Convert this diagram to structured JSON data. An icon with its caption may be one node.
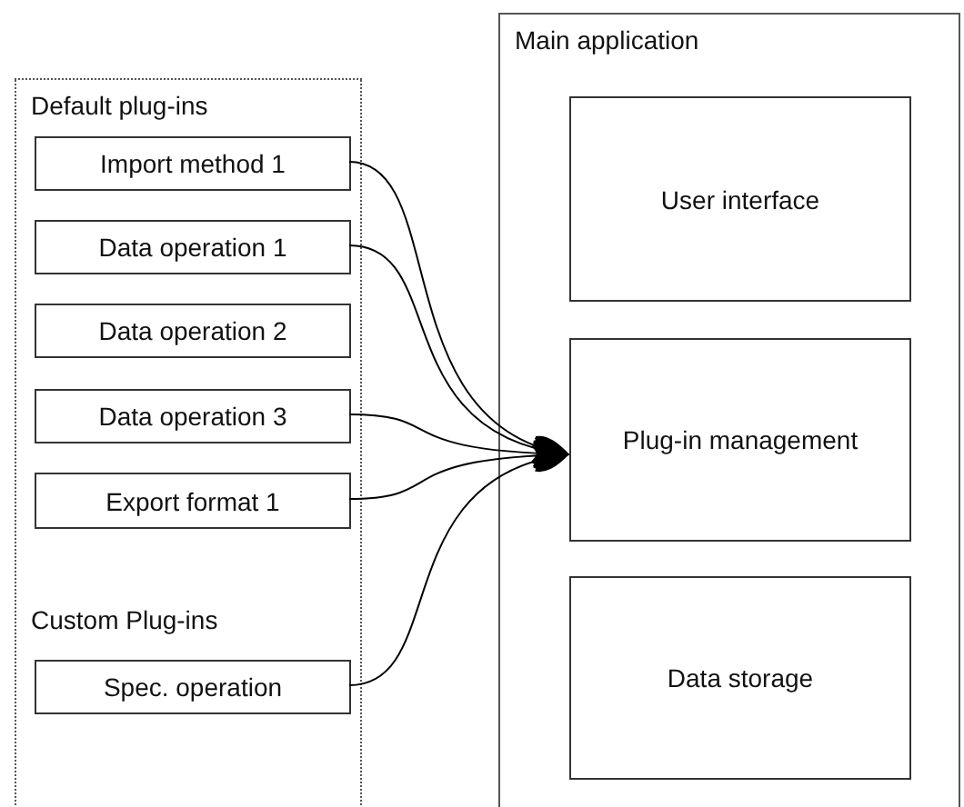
{
  "diagram": {
    "nodes": [
      {
        "text": [
          "Main application"
        ]
      },
      {
        "text": [
          "User interface"
        ],
        "in": 0
      },
      {
        "text": [
          "Plug-in management"
        ],
        "in": 0
      },
      {
        "text": [
          "Data storage"
        ],
        "in": 0
      },
      {
        "text": [
          "Default plug-ins"
        ]
      },
      {
        "text": [
          "Import method 1"
        ],
        "in": 4
      },
      {
        "text": [
          "Data operation 1"
        ],
        "in": 4
      },
      {
        "text": [
          "Data operation 2"
        ],
        "in": 4
      },
      {
        "text": [
          "Data operation 3"
        ],
        "in": 4
      },
      {
        "text": [
          "Export format 1"
        ],
        "in": 4
      },
      {
        "text": [
          "Spec. operation"
        ],
        "in": 4
      }
    ],
    "edges": [
      {
        "from": 5,
        "to": 2,
        "arrow": "to"
      },
      {
        "from": 6,
        "to": 2,
        "arrow": "to"
      },
      {
        "from": 8,
        "to": 2,
        "arrow": "to"
      },
      {
        "from": 9,
        "to": 2,
        "arrow": "to"
      },
      {
        "from": 10,
        "to": 2,
        "arrow": "to"
      }
    ],
    "labels": [
      "Custom Plug-ins"
    ]
  }
}
